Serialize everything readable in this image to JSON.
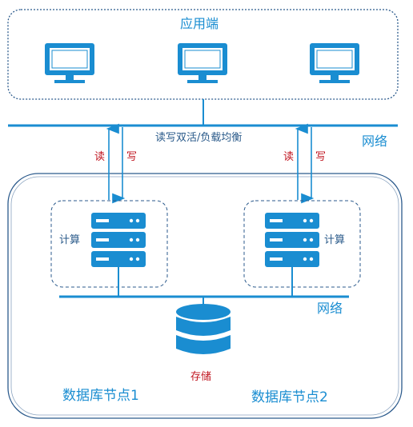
{
  "app_tier": {
    "title": "应用端",
    "monitor_count": 3
  },
  "network": {
    "top_label": "网络",
    "mode_label": "读写双活/负载均衡",
    "inner_label": "网络"
  },
  "io": {
    "read": "读",
    "write": "写"
  },
  "nodes": [
    {
      "title": "数据库节点1",
      "compute_label": "计算"
    },
    {
      "title": "数据库节点2",
      "compute_label": "计算"
    }
  ],
  "storage": {
    "label": "存储"
  },
  "colors": {
    "primary": "#1a8dd1",
    "dark_border": "#2b5a8c",
    "read_write_text": "#c0141f",
    "icon_icon": "#1a8dd1"
  },
  "icons": [
    "monitor-icon",
    "server-icon",
    "database-icon"
  ]
}
